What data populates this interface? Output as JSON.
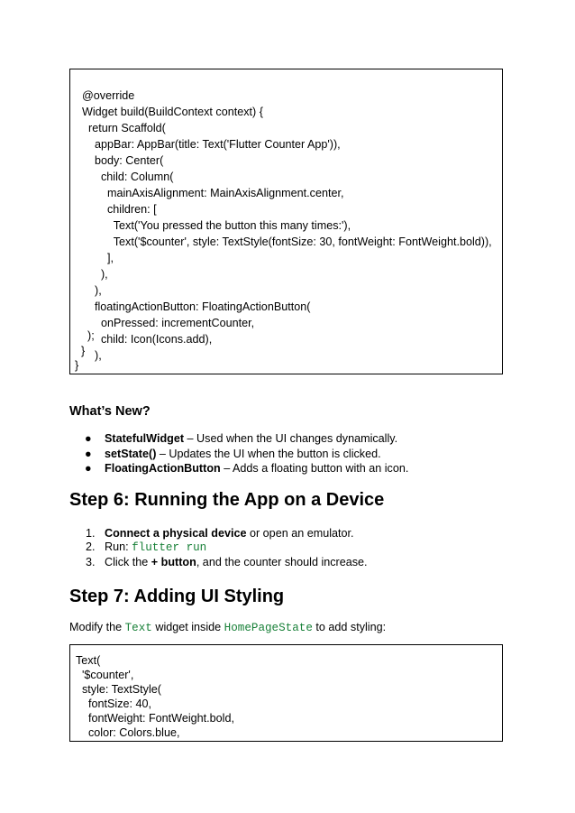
{
  "code_block_1": {
    "lines": [
      "  @override",
      "  Widget build(BuildContext context) {",
      "    return Scaffold(",
      "      appBar: AppBar(title: Text('Flutter Counter App')),",
      "      body: Center(",
      "        child: Column(",
      "          mainAxisAlignment: MainAxisAlignment.center,",
      "          children: [",
      "            Text('You pressed the button this many times:'),",
      "            Text('$counter', style: TextStyle(fontSize: 30, fontWeight: FontWeight.bold)),",
      "          ],",
      "        ),",
      "      ),",
      "      floatingActionButton: FloatingActionButton(",
      "        onPressed: incrementCounter,",
      "        child: Icon(Icons.add),",
      "      ),",
      "    );",
      "  }",
      "}"
    ]
  },
  "whats_new": {
    "heading": "What’s New?",
    "items": [
      {
        "term": "StatefulWidget",
        "desc": " – Used when the UI changes dynamically."
      },
      {
        "term": "setState()",
        "desc": " – Updates the UI when the button is clicked."
      },
      {
        "term": "FloatingActionButton",
        "desc": " – Adds a floating button with an icon."
      }
    ]
  },
  "step6": {
    "heading": "Step 6: Running the App on a Device",
    "items": [
      {
        "num": "1.",
        "bold": "Connect a physical device",
        "rest": " or open an emulator."
      },
      {
        "num": "2.",
        "pre": "Run: ",
        "code": "flutter run"
      },
      {
        "num": "3.",
        "pre": "Click the ",
        "bold": "+ button",
        "rest": ", and the counter should increase."
      }
    ]
  },
  "step7": {
    "heading": "Step 7: Adding UI Styling",
    "para": {
      "p1": "Modify the ",
      "code1": "Text",
      "p2": " widget inside ",
      "code2": "HomePageState",
      "p3": " to add styling:"
    }
  },
  "code_block_2": {
    "lines": [
      "Text(",
      "  '$counter',",
      "  style: TextStyle(",
      "    fontSize: 40,",
      "    fontWeight: FontWeight.bold,",
      "    color: Colors.blue,"
    ]
  }
}
